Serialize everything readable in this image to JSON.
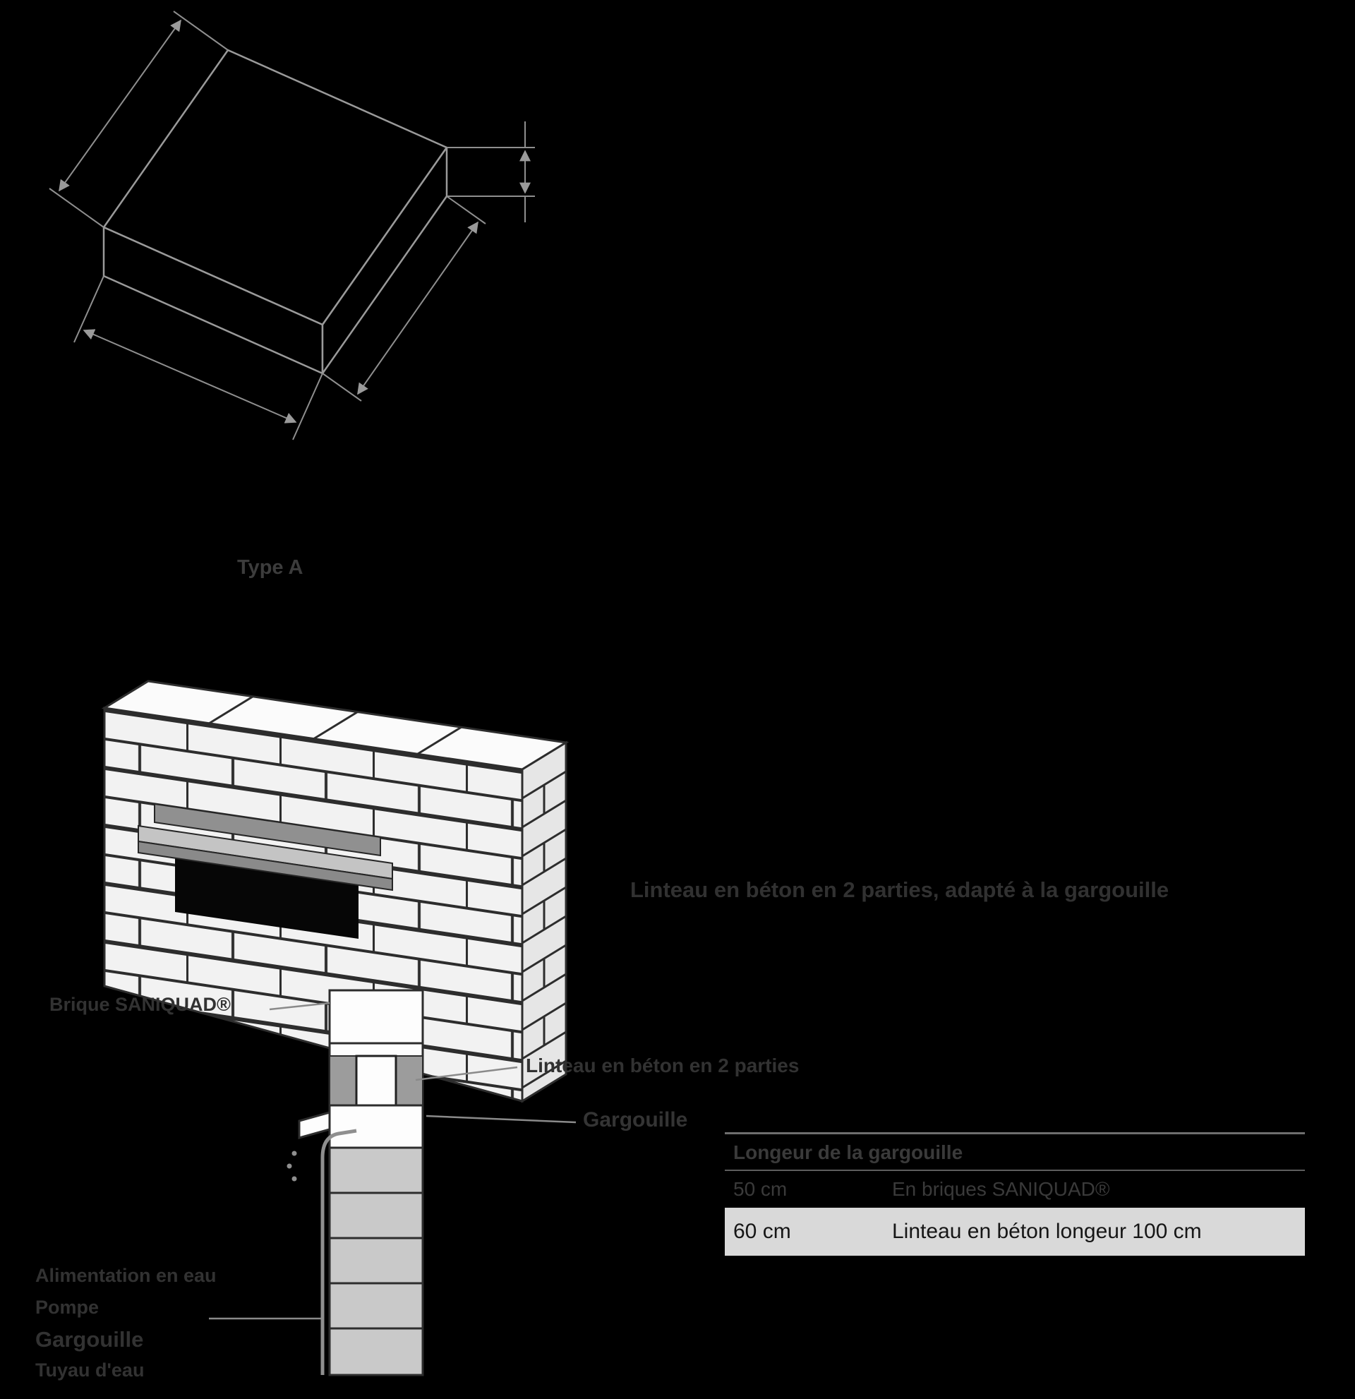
{
  "figure_top": {
    "label": "Type A"
  },
  "wall_figure": {
    "caption": "Linteau en béton en 2 parties, adapté à la gargouille"
  },
  "section_figure": {
    "labels": {
      "brick": "Brique SANIQUAD®",
      "lintel": "Linteau en béton en 2 parties",
      "spout": "Gargouille"
    },
    "legend": [
      "Alimentation en eau",
      "Pompe",
      "Gargouille",
      "Tuyau d'eau"
    ]
  },
  "table": {
    "title": "Longeur de la gargouille",
    "rows": [
      {
        "length": "50 cm",
        "solution": "En briques SANIQUAD®",
        "highlight": false
      },
      {
        "length": "60 cm",
        "solution": "Linteau en béton longeur 100 cm",
        "highlight": true
      }
    ]
  },
  "colors": {
    "background": "#000000",
    "line_art": "#9a9a9a",
    "brick_fill": "#f2f2f2",
    "lintel_gray": "#8f8f8f",
    "highlight_row": "#d9d9d9",
    "faint_text": "#3a3a3a"
  }
}
